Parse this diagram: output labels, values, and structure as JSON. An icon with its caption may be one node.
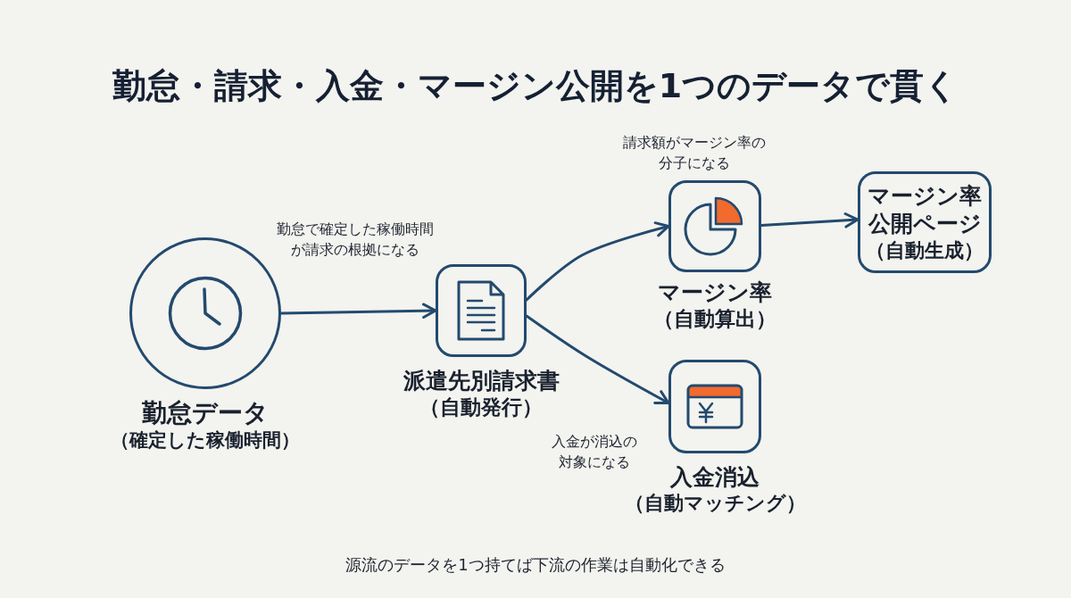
{
  "diagram": {
    "title": "勤怠・請求・入金・マージン公開を1つのデータで貫く",
    "caption": "源流のデータを1つ持てば下流の作業は自動化できる",
    "nodes": [
      {
        "text": [
          "勤怠データ",
          "（確定した稼働時間）"
        ]
      },
      {
        "text": [
          "派遣先別請求書",
          "（自動発行）"
        ]
      },
      {
        "text": [
          "マージン率",
          "（自動算出）"
        ]
      },
      {
        "text": [
          "マージン率公開ページ",
          "（自動生成）"
        ]
      },
      {
        "text": [
          "入金消込",
          "（自動マッチング）"
        ]
      }
    ],
    "edges": [
      {
        "from": 0,
        "to": 1,
        "arrow": "to",
        "label": "勤怠で確定した稼働時間が請求の根拠になる"
      },
      {
        "from": 1,
        "to": 2,
        "arrow": "to",
        "label": "請求額がマージン率の分子になる"
      },
      {
        "from": 1,
        "to": 4,
        "arrow": "to",
        "label": "入金が消込の対象になる"
      },
      {
        "from": 2,
        "to": 3,
        "arrow": "to"
      }
    ]
  }
}
